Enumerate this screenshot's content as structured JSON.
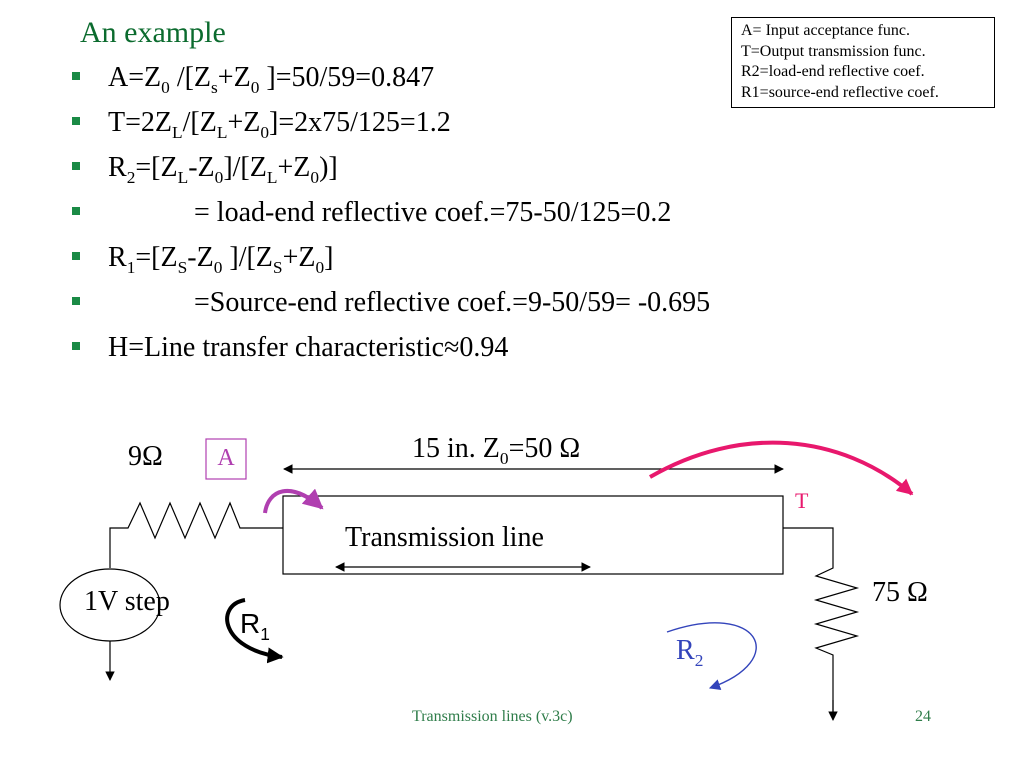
{
  "slide": {
    "title": "An example",
    "legend": [
      "A= Input acceptance func.",
      "T=Output transmission func.",
      "R2=load-end reflective coef.",
      "R1=source-end reflective coef."
    ],
    "bullets": {
      "b1": {
        "p1": "A=Z",
        "s1": "0",
        "p2": " /[Z",
        "s2": "s",
        "p3": "+Z",
        "s3": "0",
        "p4": " ]=50/59=0.847"
      },
      "b2": {
        "p1": "T=2Z",
        "s1": "L",
        "p2": "/[Z",
        "s2": "L",
        "p3": "+Z",
        "s3": "0",
        "p4": "]=2x75/125=1.2"
      },
      "b3": {
        "p1": "R",
        "s1": "2",
        "p2": "=[Z",
        "s2": "L",
        "p3": "-Z",
        "s3": "0",
        "p4": "]/[Z",
        "s4": "L",
        "p5": "+Z",
        "s5": "0",
        "p6": ")]"
      },
      "b4": {
        "text": "= load-end reflective coef.=75-50/125=0.2"
      },
      "b5": {
        "p1": "R",
        "s1": "1",
        "p2": "=[Z",
        "s2": "S",
        "p3": "-Z",
        "s3": "0",
        "p4": " ]/[Z",
        "s4": "S",
        "p5": "+Z",
        "s5": "0",
        "p6": "]"
      },
      "b6": {
        "text": "=Source-end reflective coef.=9-50/59= -0.695"
      },
      "b7": {
        "text": "H=Line transfer characteristic≈0.94"
      }
    },
    "diagram": {
      "source_resistor": "9Ω",
      "a_box": "A",
      "line_length": {
        "p1": "15 in. Z",
        "s1": "0",
        "p2": "=50 Ω"
      },
      "line_label": "Transmission line",
      "t_label": "T",
      "load_resistor": "75 Ω",
      "source": "1V step",
      "r1": {
        "p1": "R",
        "s1": "1"
      },
      "r2": {
        "p1": "R",
        "s1": "2"
      }
    },
    "footer": "Transmission lines (v.3c)",
    "page_number": "24",
    "colors": {
      "title": "#0b6b2e",
      "bullet": "#1a8a45",
      "footer": "#2f7d4a",
      "accent_purple": "#b03fb0",
      "accent_pink": "#e8186d",
      "accent_blue": "#3344bb"
    }
  }
}
